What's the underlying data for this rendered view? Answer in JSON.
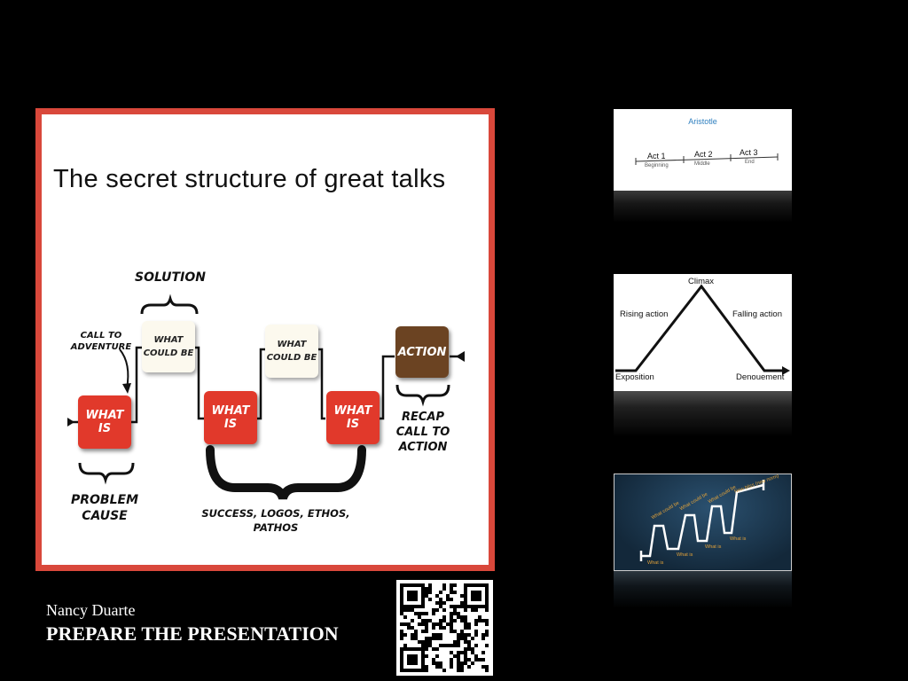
{
  "main": {
    "title": "The secret structure of great talks",
    "labels": {
      "solution": "SOLUTION",
      "call_to_adventure_1": "CALL TO",
      "call_to_adventure_2": "ADVENTURE",
      "problem_1": "PROBLEM",
      "problem_2": "CAUSE",
      "success_1": "SUCCESS, LOGOS, ETHOS,",
      "success_2": "PATHOS",
      "recap_1": "RECAP",
      "recap_2": "CALL TO",
      "recap_3": "ACTION"
    },
    "boxes": {
      "what_is_1": "WHAT IS",
      "what_could_be_1a": "WHAT",
      "what_could_be_1b": "COULD BE",
      "what_is_2": "WHAT IS",
      "what_could_be_2a": "WHAT",
      "what_could_be_2b": "COULD BE",
      "what_is_3": "WHAT IS",
      "action": "ACTION"
    }
  },
  "footer": {
    "author": "Nancy Duarte",
    "presentation": "PREPARE THE PRESENTATION"
  },
  "thumbnails": {
    "aristotle": {
      "title": "Aristotle",
      "acts": [
        {
          "act": "Act 1",
          "sub": "Beginning"
        },
        {
          "act": "Act 2",
          "sub": "Middle"
        },
        {
          "act": "Act 3",
          "sub": "End"
        }
      ]
    },
    "freytag": {
      "climax": "Climax",
      "rising": "Rising action",
      "falling": "Falling action",
      "exposition": "Exposition",
      "denouement": "Denouement"
    },
    "sparkline": {
      "top_labels": [
        "What could be",
        "What could be",
        "What could be",
        "New bliss (new norm)"
      ],
      "bottom_labels": [
        "What is",
        "What is",
        "What is",
        "What is"
      ]
    }
  },
  "colors": {
    "frame": "#d9483b",
    "red_box": "#e1392b",
    "action_box": "#6b4322",
    "cream_box": "#fcf9ee",
    "aristotle_title": "#2e7fbf",
    "sparkline_bg": "#1c3a52",
    "sparkline_label": "#e2a23a"
  }
}
